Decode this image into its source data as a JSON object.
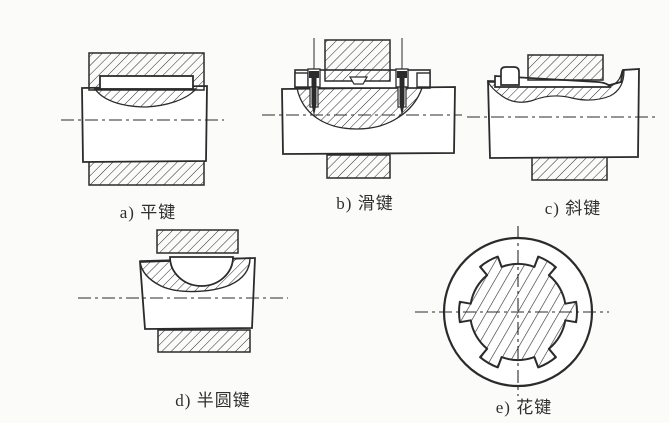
{
  "palette": {
    "background": "#fbfbfa",
    "ink": "#2b2b2b"
  },
  "figures": [
    {
      "id": "a",
      "label": "a) 平键"
    },
    {
      "id": "b",
      "label": "b) 滑键"
    },
    {
      "id": "c",
      "label": "c) 斜键"
    },
    {
      "id": "d",
      "label": "d) 半圆键"
    },
    {
      "id": "e",
      "label": "e) 花键"
    }
  ]
}
